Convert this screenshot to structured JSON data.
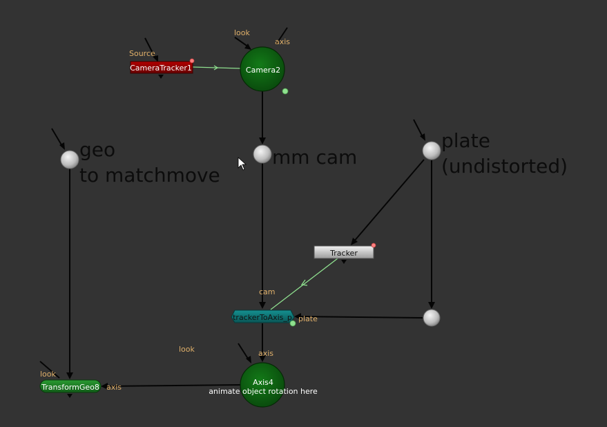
{
  "nodes": {
    "camera_tracker": {
      "label": "CameraTracker1",
      "input_label": "Source"
    },
    "camera": {
      "label": "Camera2",
      "look_label": "look",
      "axis_label": "axis"
    },
    "tracker": {
      "label": "Tracker"
    },
    "tracker_to_axis": {
      "label": "trackerToAxis_p",
      "cam_label": "cam",
      "plate_label": "plate"
    },
    "axis": {
      "label": "Axis4",
      "note": "animate object rotation here",
      "look_label": "look",
      "axis_label": "axis"
    },
    "transform_geo": {
      "label": "TransformGeo8",
      "look_label": "look",
      "axis_label": "axis"
    }
  },
  "dots": {
    "geo": {
      "line1": "geo",
      "line2": "to matchmove"
    },
    "mm_cam": {
      "label": "mm cam"
    },
    "plate": {
      "line1": "plate",
      "line2": "(undistorted)"
    }
  },
  "colors": {
    "background": "#333333",
    "camera_tracker": "#8e0000",
    "camera": "#0e5d12",
    "tracker_to_axis": "#0e7070",
    "transform_geo": "#1c7a24",
    "green_wire": "#8fe08f",
    "port_label": "#e0b06a"
  }
}
